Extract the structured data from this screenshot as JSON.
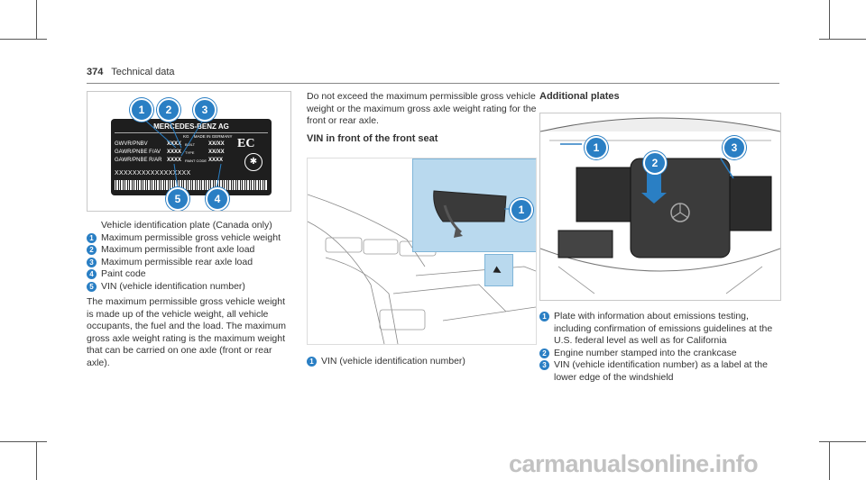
{
  "header": {
    "page": "374",
    "title": "Technical data"
  },
  "plate": {
    "brand": "MERCEDES-BENZ AG",
    "kg": "KG",
    "made_in": "MADE IN GERMANY",
    "rows": [
      {
        "label": "GWVR/PNBV",
        "value": "XXXX",
        "key": "BUILT",
        "key_value": "XX/XX"
      },
      {
        "label": "GAWR/PNBE F/AV",
        "value": "XXXX",
        "key": "TYPE",
        "key_value": "XX/XX"
      },
      {
        "label": "GAWR/PNBE R/AR",
        "value": "XXXX",
        "key": "PAINT CODE",
        "key_value": "XXXX"
      }
    ],
    "ec": "EC",
    "vin": "XXXXXXXXXXXXXXXXX",
    "callouts": [
      "1",
      "2",
      "3",
      "5",
      "4"
    ]
  },
  "left": {
    "caption": "Vehicle identification plate (Canada only)",
    "items": [
      {
        "n": "1",
        "text": "Maximum permissible gross vehicle weight"
      },
      {
        "n": "2",
        "text": "Maximum permissible front axle load"
      },
      {
        "n": "3",
        "text": "Maximum permissible rear axle load"
      },
      {
        "n": "4",
        "text": "Paint code"
      },
      {
        "n": "5",
        "text": "VIN (vehicle identification number)"
      }
    ],
    "paragraph": "The maximum permissible gross vehicle weight is made up of the vehicle weight, all vehicle occupants, the fuel and the load. The maximum gross axle weight rating is the maximum weight that can be carried on one axle (front or rear axle)."
  },
  "middle": {
    "paragraph": "Do not exceed the maximum permissible gross vehicle weight or the maximum gross axle weight rating for the front or rear axle.",
    "heading": "VIN in front of the front seat",
    "callout": "1",
    "items": [
      {
        "n": "1",
        "text": "VIN (vehicle identification number)"
      }
    ]
  },
  "right": {
    "heading": "Additional plates",
    "callouts": [
      "1",
      "2",
      "3"
    ],
    "items": [
      {
        "n": "1",
        "text": "Plate with information about emissions testing, including confirmation of emissions guidelines at the U.S. federal level as well as for California"
      },
      {
        "n": "2",
        "text": "Engine number stamped into the crankcase"
      },
      {
        "n": "3",
        "text": "VIN (vehicle identification number) as a label at the lower edge of the windshield"
      }
    ]
  },
  "footer": {
    "watermark": "carmanualsonline.info"
  },
  "colors": {
    "accent": "#2a7fc4",
    "panel": "#b9d9ee",
    "plate": "#1e1e1e"
  }
}
